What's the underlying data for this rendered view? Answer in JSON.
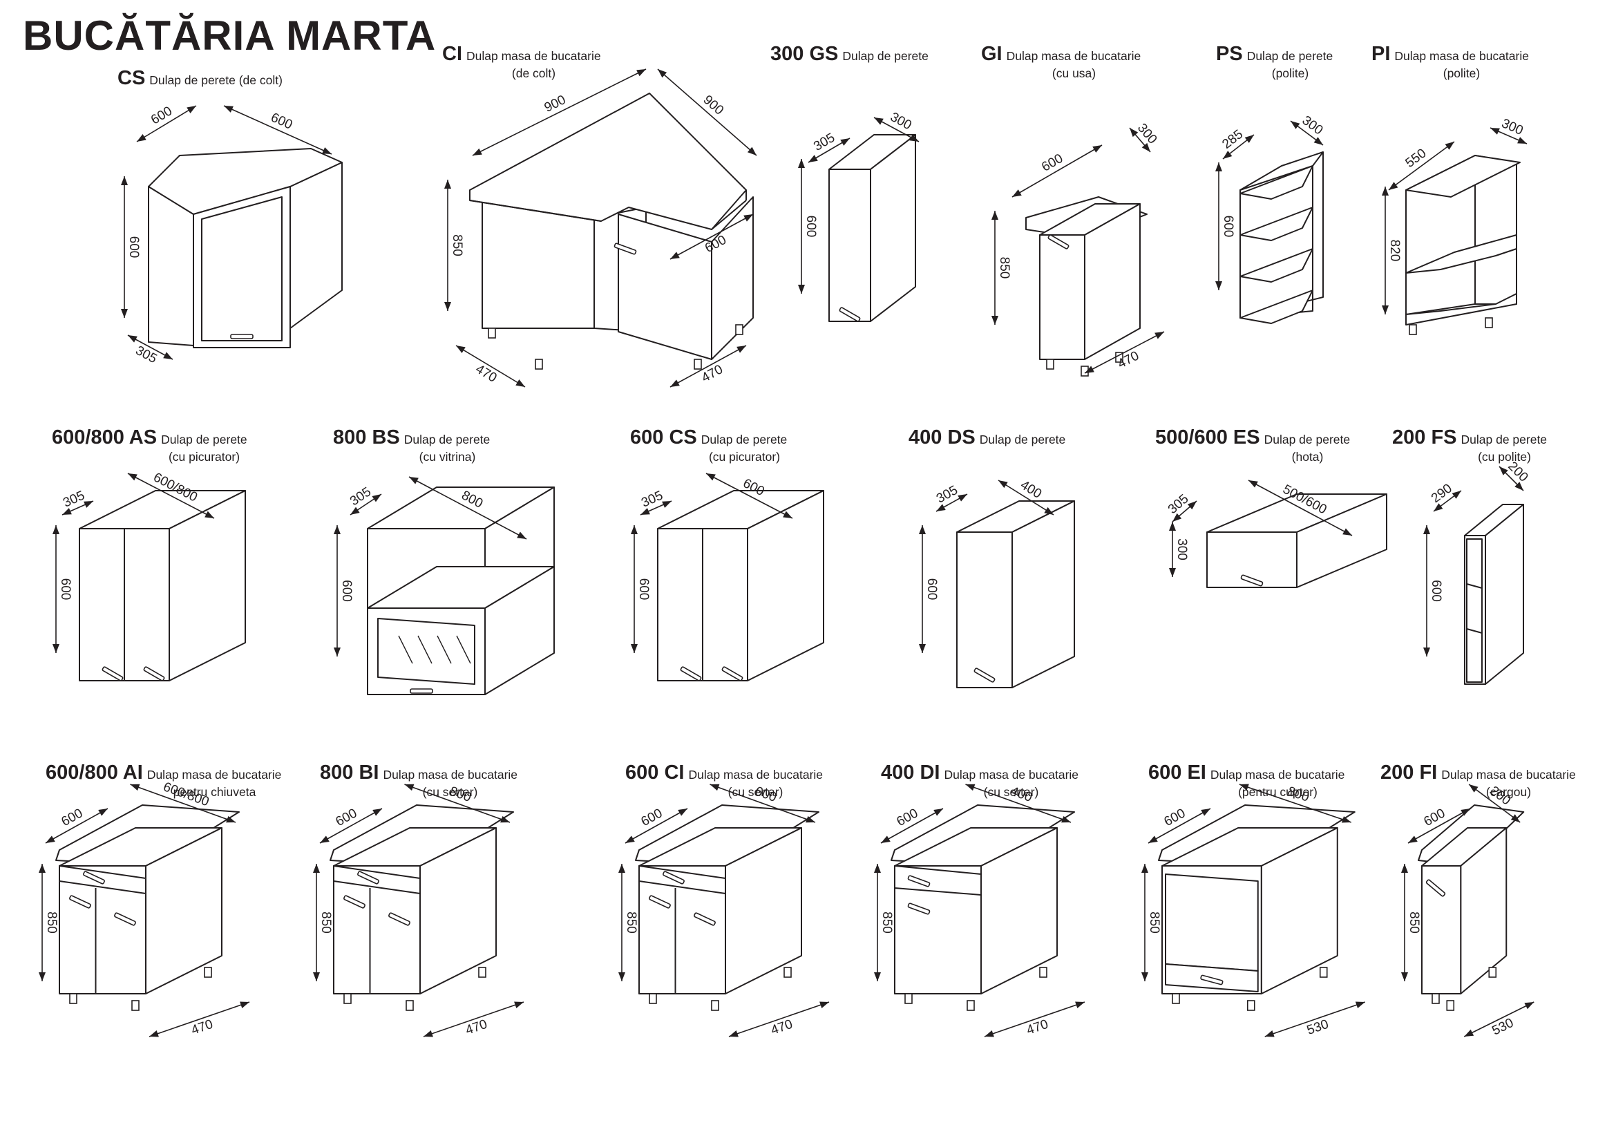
{
  "title": "BUCĂTĂRIA MARTA",
  "cabinets": [
    {
      "code": "CS",
      "desc": "Dulap de perete (de colt)",
      "sub": "",
      "type": "corner-wall",
      "dims": {
        "w1": "600",
        "w2": "600",
        "h": "600",
        "d": "305"
      }
    },
    {
      "code": "CI",
      "desc": "Dulap masa de bucatarie",
      "sub": "(de colt)",
      "type": "corner-base",
      "dims": {
        "w1": "900",
        "w2": "900",
        "h": "850",
        "d1": "470",
        "d2": "470",
        "d3": "600"
      }
    },
    {
      "code": "300 GS",
      "desc": "Dulap de perete",
      "sub": "",
      "type": "tall-wall",
      "dims": {
        "w": "300",
        "h": "600",
        "d": "305"
      }
    },
    {
      "code": "GI",
      "desc": "Dulap masa de bucatarie",
      "sub": "(cu usa)",
      "type": "base-door",
      "dims": {
        "w": "300",
        "h": "850",
        "d": "470",
        "d2": "600"
      }
    },
    {
      "code": "PS",
      "desc": "Dulap de perete",
      "sub": "(polite)",
      "type": "shelf-wall",
      "dims": {
        "w": "300",
        "h": "600",
        "d": "285"
      }
    },
    {
      "code": "PI",
      "desc": "Dulap masa de bucatarie",
      "sub": "(polite)",
      "type": "shelf-base",
      "dims": {
        "w": "300",
        "h": "820",
        "d": "550"
      }
    },
    {
      "code": "600/800 AS",
      "desc": "Dulap de perete",
      "sub": "(cu picurator)",
      "type": "wall-2door",
      "dims": {
        "w": "600/800",
        "h": "600",
        "d": "305"
      }
    },
    {
      "code": "800 BS",
      "desc": "Dulap de perete",
      "sub": "(cu vitrina)",
      "type": "wall-vitrine",
      "dims": {
        "w": "800",
        "h": "600",
        "d": "305"
      }
    },
    {
      "code": "600 CS",
      "desc": "Dulap de perete",
      "sub": "(cu picurator)",
      "type": "wall-2door",
      "dims": {
        "w": "600",
        "h": "600",
        "d": "305"
      }
    },
    {
      "code": "400 DS",
      "desc": "Dulap de perete",
      "sub": "",
      "type": "wall-1door",
      "dims": {
        "w": "400",
        "h": "600",
        "d": "305"
      }
    },
    {
      "code": "500/600 ES",
      "desc": "Dulap de perete",
      "sub": "(hota)",
      "type": "wall-hood",
      "dims": {
        "w": "500/600",
        "h": "300",
        "d": "305"
      }
    },
    {
      "code": "200 FS",
      "desc": "Dulap de perete",
      "sub": "(cu polite)",
      "type": "wall-narrow",
      "dims": {
        "w": "200",
        "h": "600",
        "d": "290"
      }
    },
    {
      "code": "600/800 AI",
      "desc": "Dulap masa de bucatarie",
      "sub": "pentru chiuveta",
      "type": "base-2door-drawer",
      "dims": {
        "w": "600/800",
        "h": "850",
        "d": "600",
        "d2": "470"
      }
    },
    {
      "code": "800 BI",
      "desc": "Dulap masa de bucatarie",
      "sub": "(cu sertar)",
      "type": "base-2door-drawer",
      "dims": {
        "w": "800",
        "h": "850",
        "d": "600",
        "d2": "470"
      }
    },
    {
      "code": "600 CI",
      "desc": "Dulap masa de bucatarie",
      "sub": "(cu sertar)",
      "type": "base-2door-drawer",
      "dims": {
        "w": "600",
        "h": "850",
        "d": "600",
        "d2": "470"
      }
    },
    {
      "code": "400 DI",
      "desc": "Dulap masa de bucatarie",
      "sub": "(cu sertar)",
      "type": "base-1door-drawer",
      "dims": {
        "w": "400",
        "h": "850",
        "d": "600",
        "d2": "470"
      }
    },
    {
      "code": "600 EI",
      "desc": "Dulap masa de bucatarie",
      "sub": "(pentru cuptor)",
      "type": "base-oven",
      "dims": {
        "w": "800",
        "h": "850",
        "d": "600",
        "d2": "530"
      }
    },
    {
      "code": "200 FI",
      "desc": "Dulap masa de bucatarie",
      "sub": "(cargou)",
      "type": "base-narrow",
      "dims": {
        "w": "200",
        "h": "850",
        "d": "600",
        "d2": "530"
      }
    }
  ]
}
